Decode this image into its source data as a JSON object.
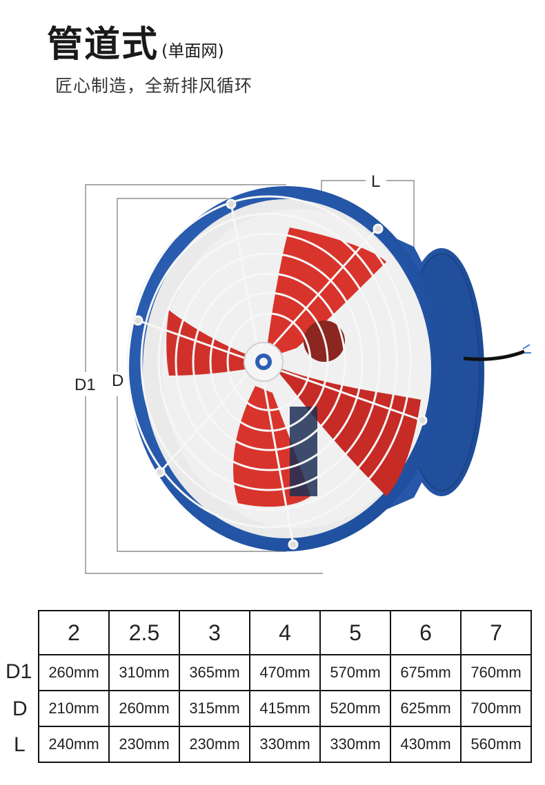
{
  "heading": {
    "title": "管道式",
    "title_note": "(单面网)",
    "tagline": "匠心制造，全新排风循环"
  },
  "dimension_labels": {
    "d1": "D1",
    "d": "D",
    "l": "L"
  },
  "colors": {
    "housing_blue": "#2c5fb3",
    "blade_red": "#d8342c",
    "guard_white": "#f4f4f4"
  },
  "spec_table": {
    "columns": [
      "2",
      "2.5",
      "3",
      "4",
      "5",
      "6",
      "7"
    ],
    "rows": [
      {
        "label": "D1",
        "values": [
          "260mm",
          "310mm",
          "365mm",
          "470mm",
          "570mm",
          "675mm",
          "760mm"
        ]
      },
      {
        "label": "D",
        "values": [
          "210mm",
          "260mm",
          "315mm",
          "415mm",
          "520mm",
          "625mm",
          "700mm"
        ]
      },
      {
        "label": "L",
        "values": [
          "240mm",
          "230mm",
          "230mm",
          "330mm",
          "330mm",
          "430mm",
          "560mm"
        ]
      }
    ]
  }
}
